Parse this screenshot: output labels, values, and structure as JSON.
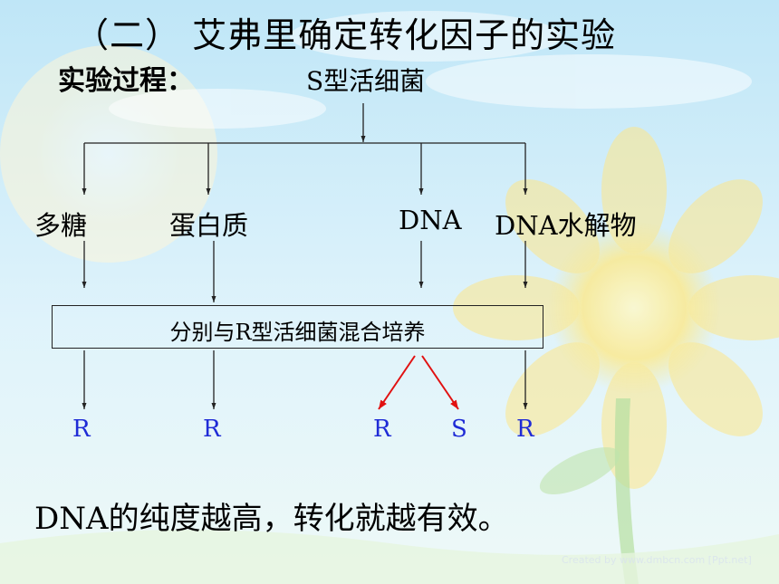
{
  "title": "（二） 艾弗里确定转化因子的实验",
  "subtitle": "实验过程：",
  "root": "S型活细菌",
  "branches": [
    "多糖",
    "蛋白质",
    "DNA",
    "DNA水解物"
  ],
  "process": "分别与R型活细菌混合培养",
  "results": [
    "R",
    "R",
    "R",
    "S",
    "R"
  ],
  "conclusion": "DNA的纯度越高，转化就越有效。",
  "watermark": "Created by www.dmbcn.com [Ppt.net]",
  "colors": {
    "result_text": "#1f2bd6",
    "highlight_arrow": "#e11111",
    "line": "#222222"
  }
}
